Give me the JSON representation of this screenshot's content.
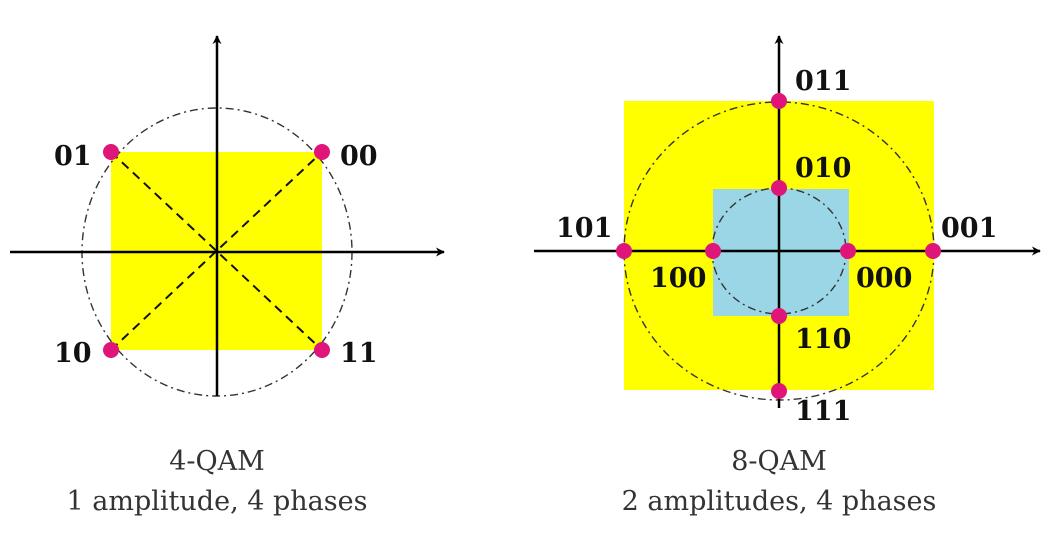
{
  "colors": {
    "region_fill": "#ffff00",
    "inner_region_fill": "#9ad6e6",
    "point": "#e0157a",
    "axis": "#000000"
  },
  "diagrams": [
    {
      "id": "qam4",
      "title": "4-QAM",
      "subtitle": "1 amplitude, 4 phases",
      "points": [
        {
          "label": "00",
          "amplitude": 1,
          "phase_deg": 45
        },
        {
          "label": "01",
          "amplitude": 1,
          "phase_deg": 135
        },
        {
          "label": "10",
          "amplitude": 1,
          "phase_deg": 225
        },
        {
          "label": "11",
          "amplitude": 1,
          "phase_deg": 315
        }
      ]
    },
    {
      "id": "qam8",
      "title": "8-QAM",
      "subtitle": "2 amplitudes, 4 phases",
      "points": [
        {
          "label": "000",
          "amplitude": 1,
          "phase_deg": 0
        },
        {
          "label": "010",
          "amplitude": 1,
          "phase_deg": 90
        },
        {
          "label": "100",
          "amplitude": 1,
          "phase_deg": 180
        },
        {
          "label": "110",
          "amplitude": 1,
          "phase_deg": 270
        },
        {
          "label": "001",
          "amplitude": 2,
          "phase_deg": 0
        },
        {
          "label": "011",
          "amplitude": 2,
          "phase_deg": 90
        },
        {
          "label": "101",
          "amplitude": 2,
          "phase_deg": 180
        },
        {
          "label": "111",
          "amplitude": 2,
          "phase_deg": 270
        }
      ]
    }
  ]
}
